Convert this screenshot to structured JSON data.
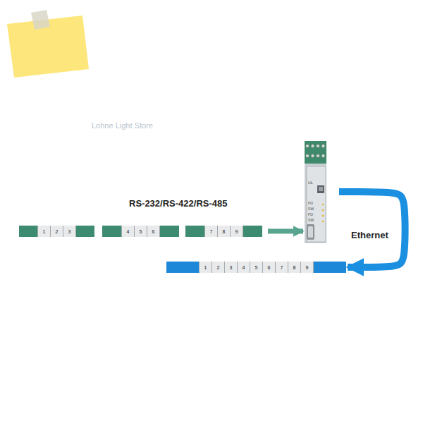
{
  "diagram": {
    "nodes": [
      {
        "text": [
          "1",
          "2",
          "3"
        ]
      },
      {
        "text": [
          "4",
          "5",
          "6"
        ]
      },
      {
        "text": [
          "7",
          "8",
          "9"
        ]
      },
      {
        "text": [
          "UL",
          "FO",
          "SW",
          "FO",
          "SW"
        ]
      },
      {
        "text": [
          "1",
          "2",
          "3",
          "4",
          "5",
          "6",
          "7",
          "8",
          "9"
        ]
      }
    ],
    "edges": [
      {
        "from": 2,
        "to": 3,
        "arrow": "to"
      },
      {
        "from": 3,
        "to": 4,
        "arrow": "to",
        "label": "Ethernet"
      }
    ],
    "labels": [
      "Lohne Light Store",
      "RS-232/RS-422/RS-485"
    ]
  }
}
